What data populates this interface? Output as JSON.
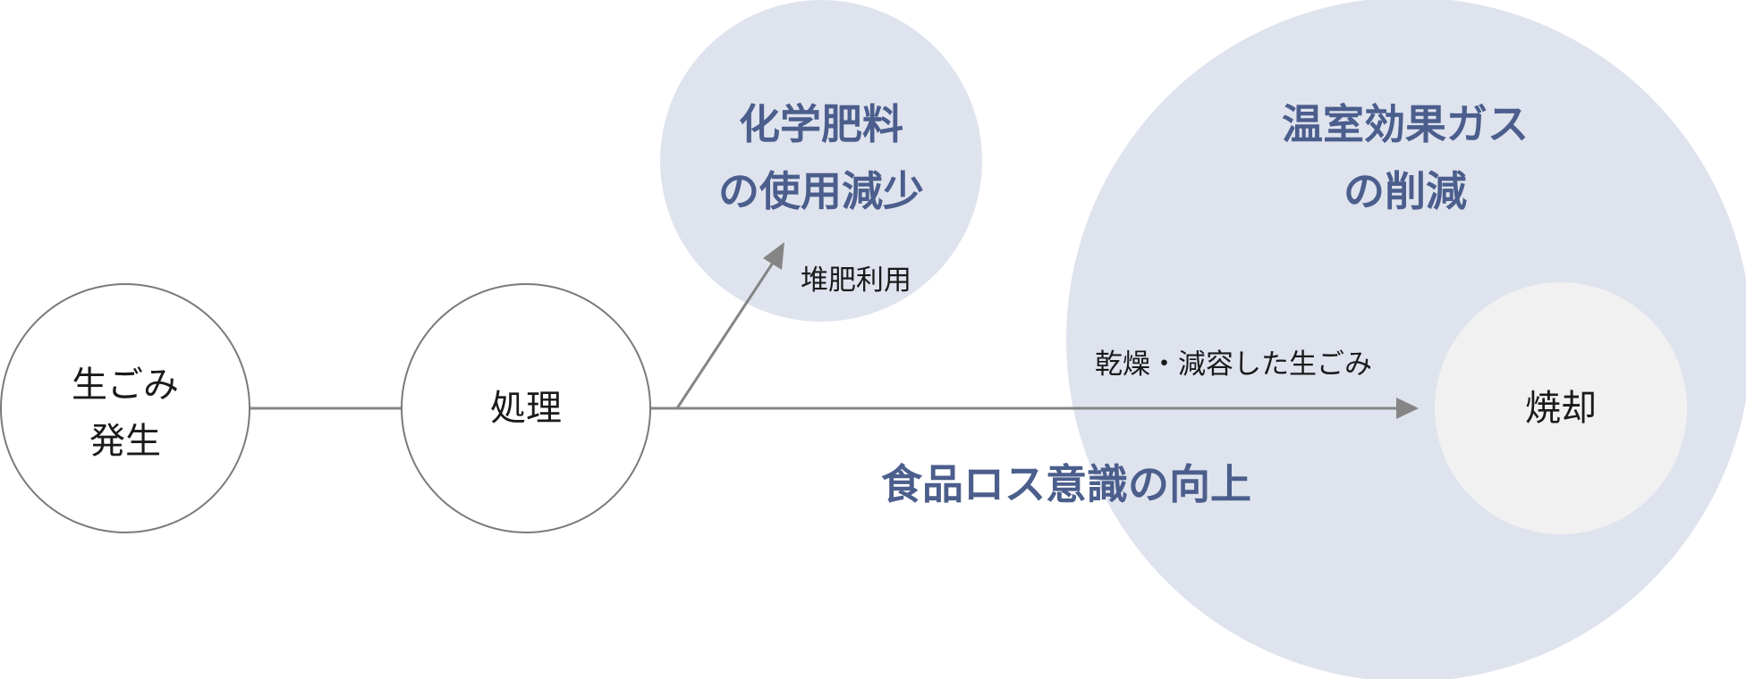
{
  "nodes": {
    "generation": {
      "line1": "生ごみ",
      "line2": "発生"
    },
    "processing": {
      "label": "処理"
    },
    "incineration": {
      "label": "焼却"
    }
  },
  "outcomes": {
    "fertilizer": {
      "line1": "化学肥料",
      "line2": "の使用減少"
    },
    "greenhouse": {
      "line1": "温室効果ガス",
      "line2": "の削減"
    },
    "food_loss": {
      "label": "食品ロス意識の向上"
    }
  },
  "edges": {
    "compost": {
      "label": "堆肥利用"
    },
    "dried": {
      "label": "乾燥・減容した生ごみ"
    }
  },
  "colors": {
    "outcome_fill": "#dfe3ee",
    "outcome_text": "#4b5e8c",
    "node_stroke": "#7a7a7a",
    "arrow": "#858585",
    "incineration_fill": "#f1f1f1"
  }
}
